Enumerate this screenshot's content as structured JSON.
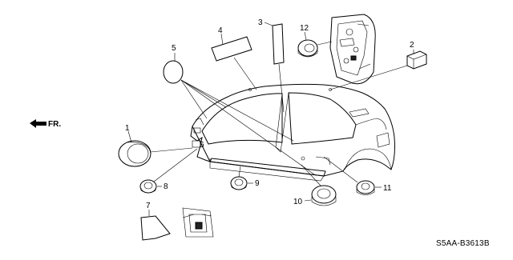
{
  "diagram": {
    "direction_label": "FR.",
    "drawing_code": "S5AA-B3613B",
    "callouts": {
      "c1": "1",
      "c2": "2",
      "c3": "3",
      "c4": "4",
      "c5": "5",
      "c6": "6",
      "c7": "7",
      "c8": "8",
      "c9": "9",
      "c10": "10",
      "c11": "11",
      "c12": "12"
    }
  }
}
